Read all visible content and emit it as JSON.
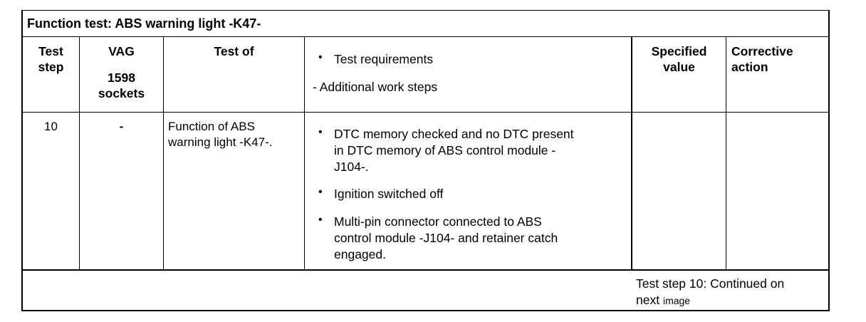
{
  "title": "Function test: ABS warning light -K47-",
  "headers": {
    "test_step": [
      "Test",
      "step"
    ],
    "vag": [
      "VAG",
      "1598",
      "sockets"
    ],
    "test_of": "Test of",
    "requirements_bullet": "Test requirements",
    "requirements_dash": "- Additional work steps",
    "specified": [
      "Specified",
      "value"
    ],
    "corrective": [
      "Corrective",
      "action"
    ]
  },
  "row": {
    "step": "10",
    "vag": "-",
    "test_of": [
      "Function of ABS",
      "warning light -K47-."
    ],
    "bullets": [
      [
        "DTC memory checked and no DTC present",
        "in DTC memory of ABS control module -",
        "J104-."
      ],
      [
        "Ignition switched off"
      ],
      [
        "Multi-pin connector connected to ABS",
        "control module -J104- and retainer catch",
        "engaged."
      ]
    ]
  },
  "footer": {
    "line1": "Test step 10: Continued on",
    "line2_main": "next",
    "line2_small": "image"
  }
}
